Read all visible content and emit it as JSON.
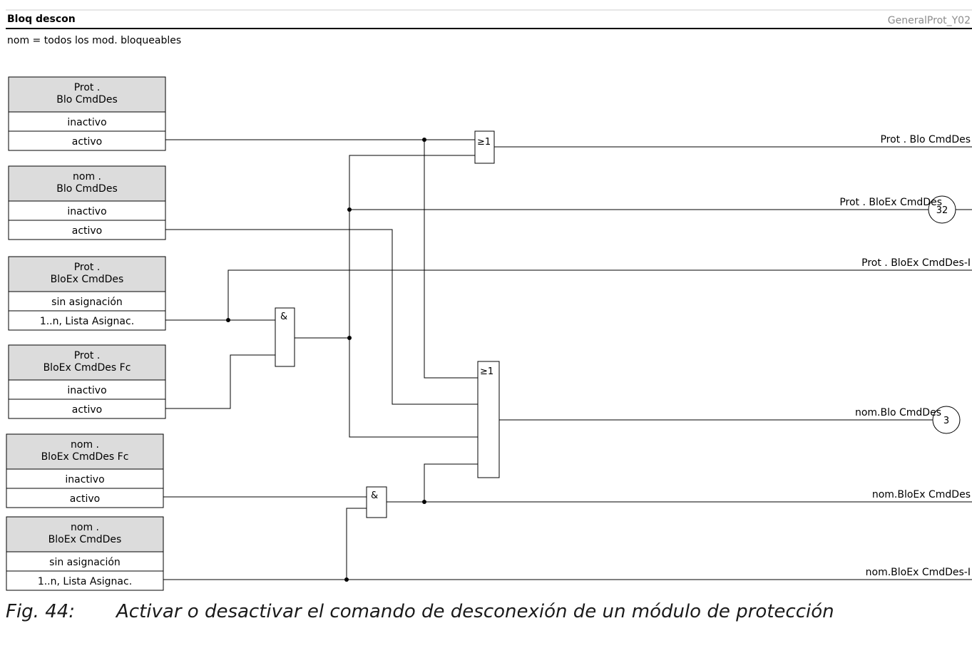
{
  "header": {
    "title": "Bloq descon",
    "code": "GeneralProt_Y02",
    "note": "nom = todos los mod. bloqueables"
  },
  "input_blocks": [
    {
      "id": "prot-blo-cmddes",
      "title": [
        "Prot .",
        "Blo CmdDes"
      ],
      "options": [
        "inactivo",
        "activo"
      ]
    },
    {
      "id": "nom-blo-cmddes",
      "title": [
        "nom .",
        "Blo CmdDes"
      ],
      "options": [
        "inactivo",
        "activo"
      ]
    },
    {
      "id": "prot-bloex-cmddes",
      "title": [
        "Prot .",
        "BloEx CmdDes"
      ],
      "options": [
        "sin asignación",
        "1..n, Lista Asignac."
      ]
    },
    {
      "id": "prot-bloex-cmddes-fc",
      "title": [
        "Prot .",
        "BloEx CmdDes Fc"
      ],
      "options": [
        "inactivo",
        "activo"
      ]
    },
    {
      "id": "nom-bloex-cmddes-fc",
      "title": [
        "nom .",
        "BloEx CmdDes Fc"
      ],
      "options": [
        "inactivo",
        "activo"
      ]
    },
    {
      "id": "nom-bloex-cmddes",
      "title": [
        "nom .",
        "BloEx CmdDes"
      ],
      "options": [
        "sin asignación",
        "1..n, Lista Asignac."
      ]
    }
  ],
  "gates": {
    "or_symbol": "≥1",
    "and_symbol": "&"
  },
  "outputs": [
    {
      "id": "out-prot-blo-cmddes",
      "label": "Prot . Blo CmdDes"
    },
    {
      "id": "out-prot-bloex-cmddes",
      "label": "Prot . BloEx CmdDes",
      "ref": "32"
    },
    {
      "id": "out-prot-bloex-cmddes-i",
      "label": "Prot . BloEx CmdDes-I"
    },
    {
      "id": "out-nom-blo-cmddes",
      "label": "nom.Blo CmdDes",
      "ref": "3"
    },
    {
      "id": "out-nom-bloex-cmddes",
      "label": "nom.BloEx CmdDes"
    },
    {
      "id": "out-nom-bloex-cmddes-i",
      "label": "nom.BloEx CmdDes-I"
    }
  ],
  "caption": {
    "number": "Fig. 44:",
    "text": "Activar o desactivar el comando de desconexión de un módulo de protección"
  }
}
